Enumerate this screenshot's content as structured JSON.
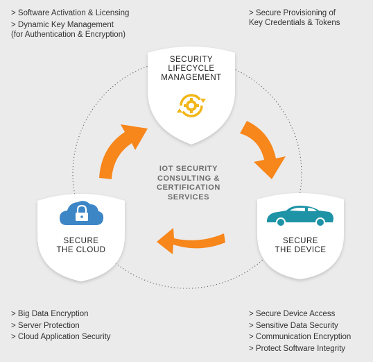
{
  "top_left_notes": [
    "> Software Activation  & Licensing",
    "> Dynamic Key Management",
    "(for Authentication  & Encryption)"
  ],
  "top_right_notes": [
    "> Secure Provisioning of",
    "Key Credentials & Tokens"
  ],
  "bottom_left_notes": [
    "> Big Data Encryption",
    "> Server Protection",
    "> Cloud Application Security"
  ],
  "bottom_right_notes": [
    "> Secure Device Access",
    "> Sensitive Data Security",
    "> Communication Encryption",
    "> Protect Software Integrity"
  ],
  "center": {
    "title": "IOT SECURITY\nCONSULTING &\nCERTIFICATION\nSERVICES"
  },
  "nodes": {
    "lifecycle": {
      "label": "SECURITY\nLIFECYCLE\nMANAGEMENT",
      "icon": "gear-cycle-icon"
    },
    "device": {
      "label": "SECURE\nTHE DEVICE",
      "icon": "car-icon"
    },
    "cloud": {
      "label": "SECURE\nTHE CLOUD",
      "icon": "cloud-lock-icon"
    }
  },
  "colors": {
    "arrow": "#f7861b",
    "cloud_icon": "#3d86c6",
    "car_icon": "#1e93a6",
    "lifecycle_icon": "#f2b619",
    "background": "#ebebeb",
    "dotted_circle": "#666666"
  }
}
